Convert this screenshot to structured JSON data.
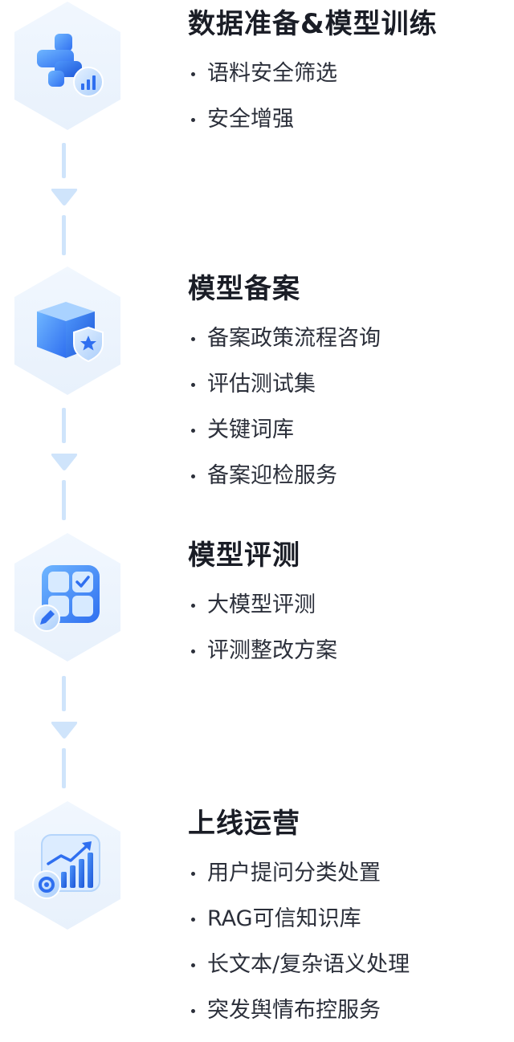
{
  "stages": [
    {
      "title": "数据准备&模型训练",
      "icon": "puzzle-chart-icon",
      "items": [
        "语料安全筛选",
        "安全增强"
      ]
    },
    {
      "title": "模型备案",
      "icon": "cube-shield-icon",
      "items": [
        "备案政策流程咨询",
        "评估测试集",
        "关键词库",
        "备案迎检服务"
      ]
    },
    {
      "title": "模型评测",
      "icon": "grid-check-pencil-icon",
      "items": [
        "大模型评测",
        "评测整改方案"
      ]
    },
    {
      "title": "上线运营",
      "icon": "rising-chart-gear-icon",
      "items": [
        "用户提问分类处置",
        "RAG可信知识库",
        "长文本/复杂语义处理",
        "突发舆情布控服务"
      ]
    }
  ],
  "colors": {
    "hex_fill": "#eef5fd",
    "connector": "#cfe4fb",
    "accent": "#3d8bf5",
    "title": "#1a1d26",
    "item": "#2b2f3a"
  }
}
